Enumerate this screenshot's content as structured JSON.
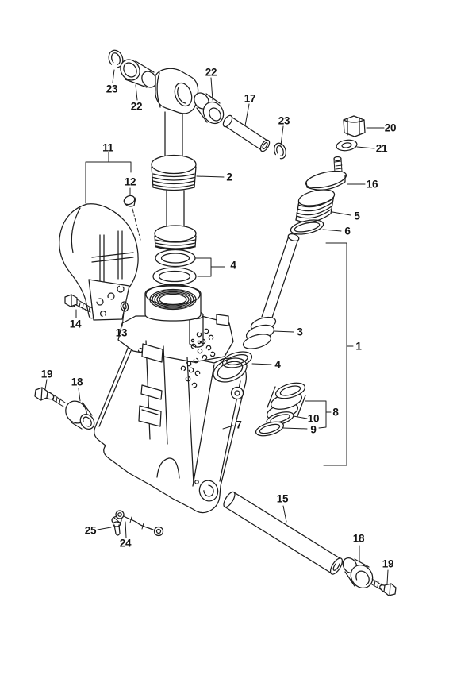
{
  "diagram": {
    "background_color": "#ffffff",
    "line_color": "#1c1c1c",
    "callouts": [
      {
        "part": "23"
      },
      {
        "part": "22"
      },
      {
        "part": "22"
      },
      {
        "part": "17"
      },
      {
        "part": "23"
      },
      {
        "part": "20"
      },
      {
        "part": "21"
      },
      {
        "part": "16"
      },
      {
        "part": "2"
      },
      {
        "part": "11"
      },
      {
        "part": "12"
      },
      {
        "part": "5"
      },
      {
        "part": "6"
      },
      {
        "part": "4"
      },
      {
        "part": "3"
      },
      {
        "part": "1"
      },
      {
        "part": "4"
      },
      {
        "part": "14"
      },
      {
        "part": "13"
      },
      {
        "part": "19"
      },
      {
        "part": "18"
      },
      {
        "part": "8"
      },
      {
        "part": "10"
      },
      {
        "part": "9"
      },
      {
        "part": "7"
      },
      {
        "part": "15"
      },
      {
        "part": "25"
      },
      {
        "part": "24"
      },
      {
        "part": "18"
      },
      {
        "part": "19"
      }
    ]
  }
}
